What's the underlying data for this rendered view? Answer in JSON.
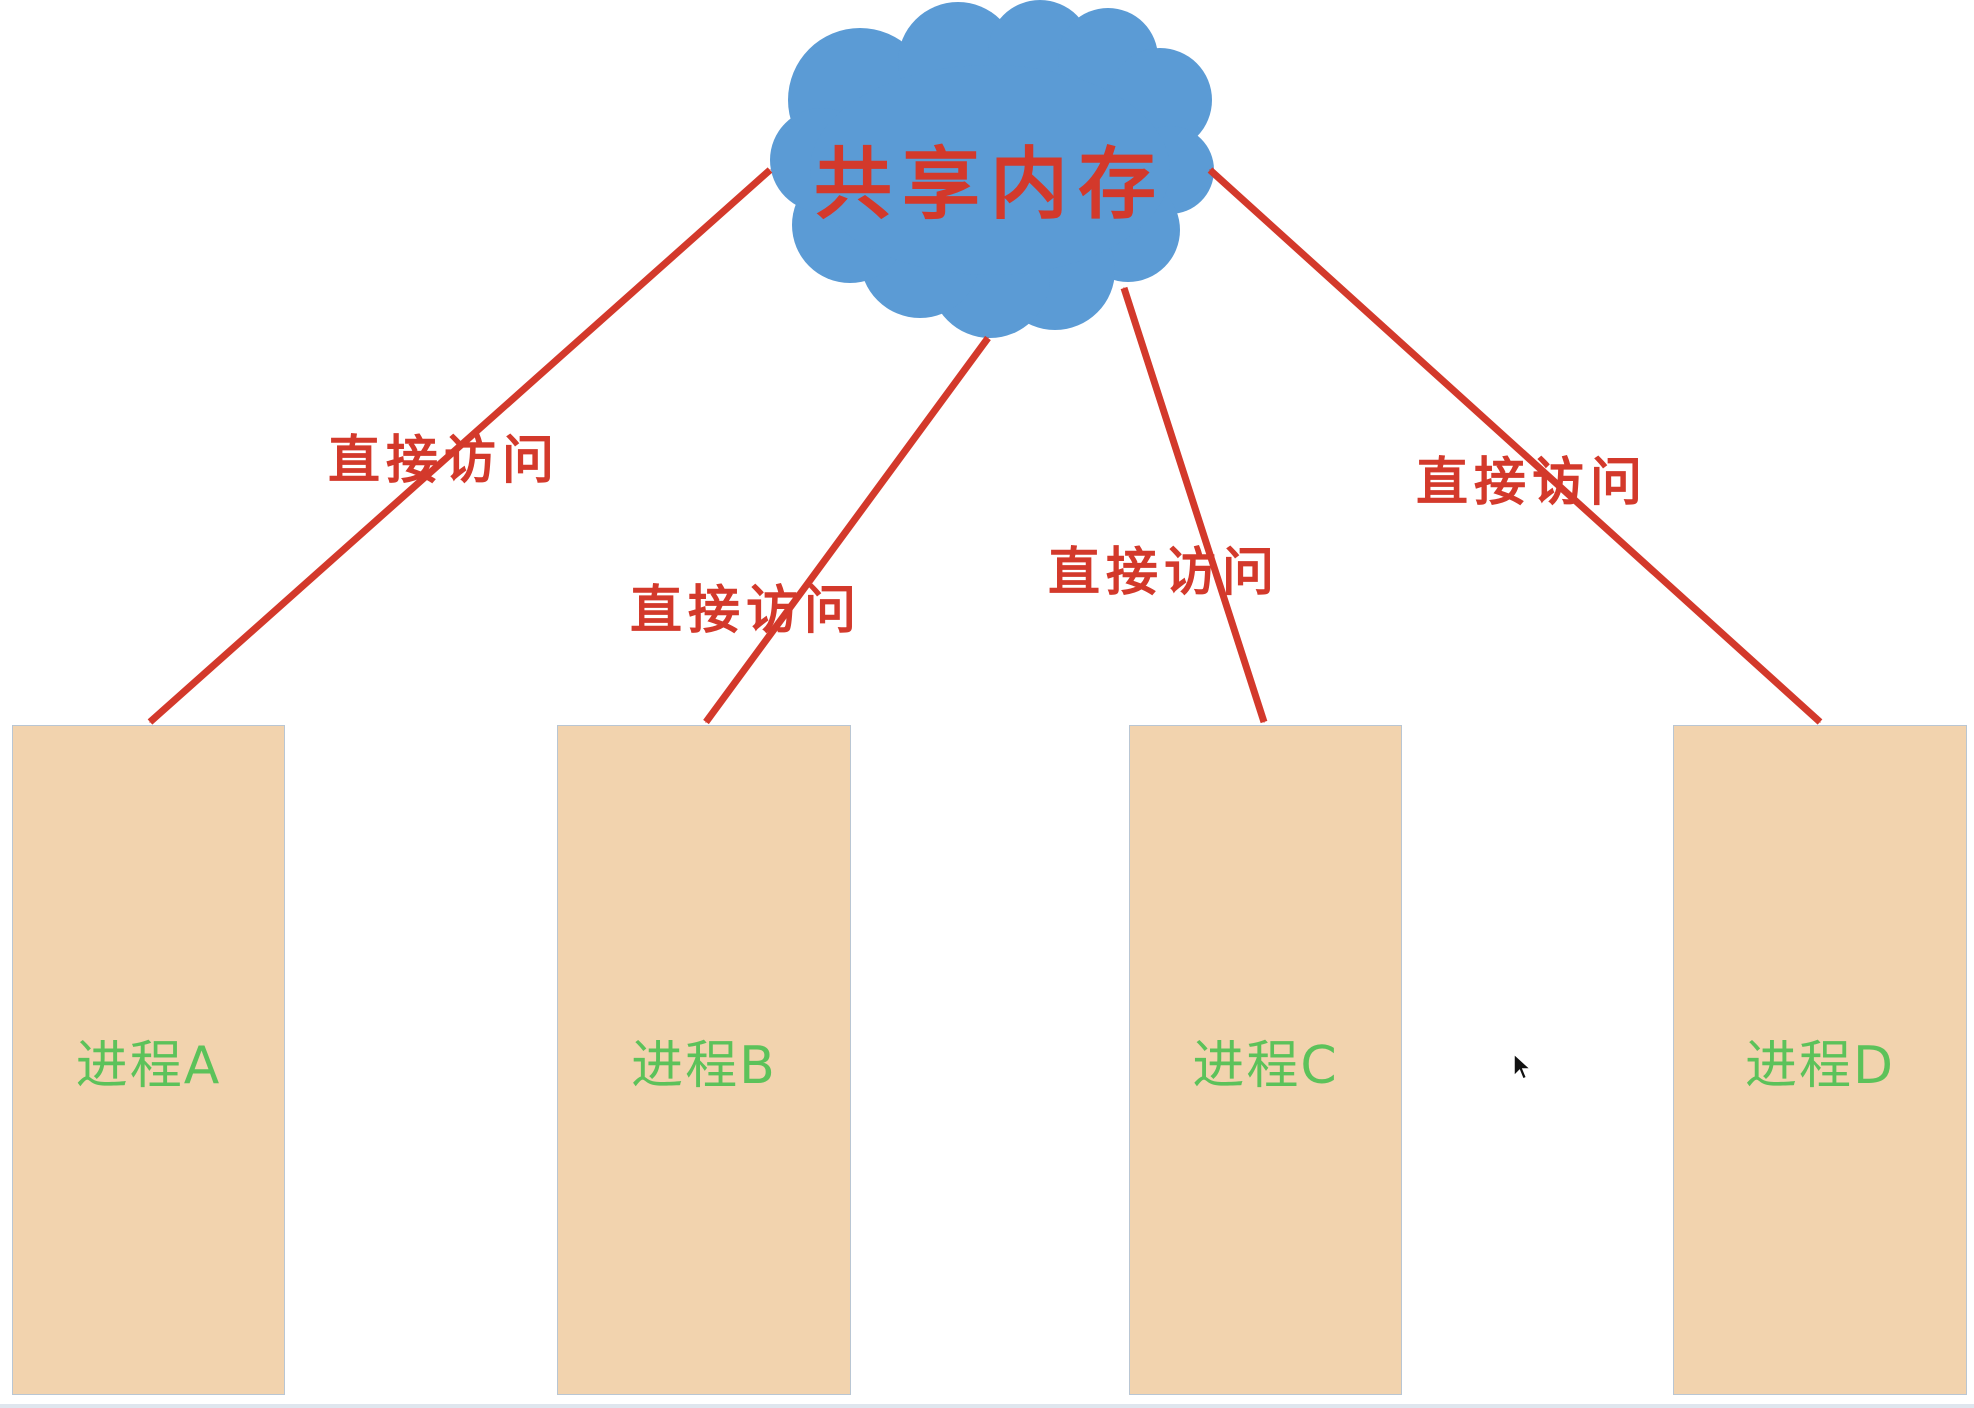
{
  "colors": {
    "cloud": "#5b9bd5",
    "arrow": "#d3392b",
    "process_box": "#f2d3ae",
    "process_text": "#5cc25a",
    "label_text": "#d3392b"
  },
  "shared_memory": {
    "label": "共享内存"
  },
  "edge_labels": [
    "直接访问",
    "直接访问",
    "直接访问",
    "直接访问"
  ],
  "processes": [
    {
      "label": "进程A"
    },
    {
      "label": "进程B"
    },
    {
      "label": "进程C"
    },
    {
      "label": "进程D"
    }
  ],
  "icons": {
    "cursor": "mouse-pointer-icon"
  }
}
